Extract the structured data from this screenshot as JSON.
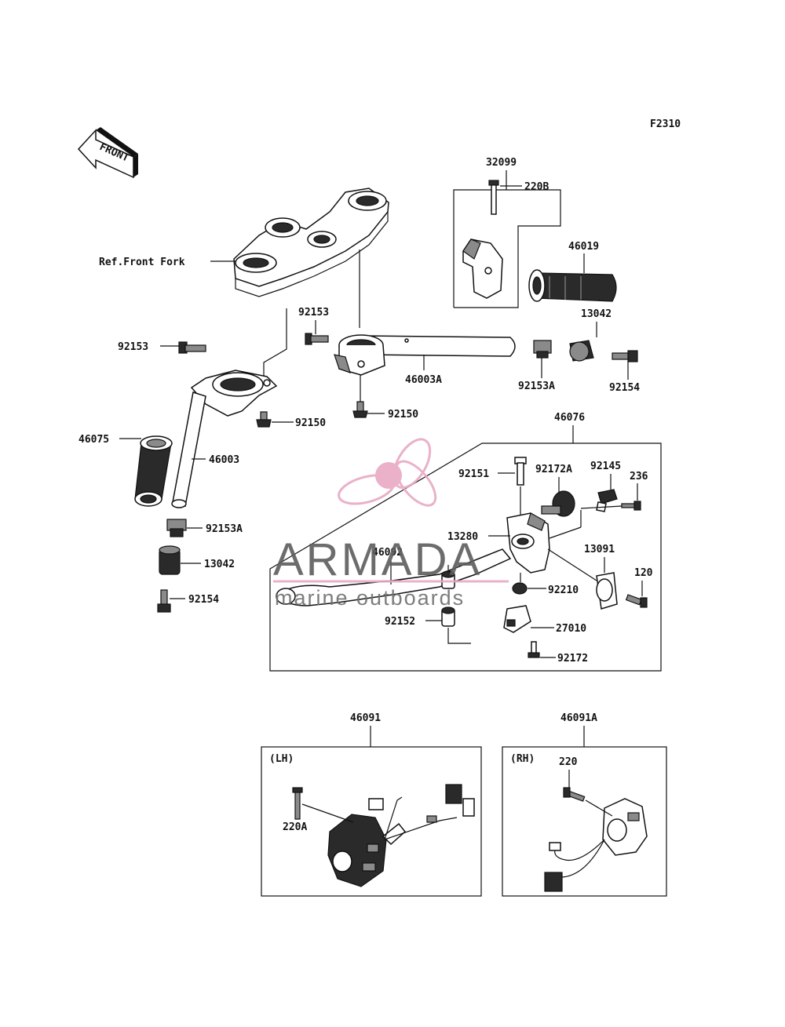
{
  "figure_code": "F2310",
  "front_arrow_label": "FRONT",
  "ref_label": "Ref.Front Fork",
  "parts": {
    "p32099": "32099",
    "p220B": "220B",
    "p46019": "46019",
    "p13042_r": "13042",
    "p92153_c": "92153",
    "p92153_l": "92153",
    "p46003A": "46003A",
    "p92153A_r": "92153A",
    "p92154_r": "92154",
    "p92150_l": "92150",
    "p92150_c": "92150",
    "p46075": "46075",
    "p46003": "46003",
    "p92153A_l": "92153A",
    "p13042_l": "13042",
    "p92154_l": "92154",
    "p46076": "46076",
    "p92151": "92151",
    "p92172A": "92172A",
    "p92145": "92145",
    "p236": "236",
    "p13280": "13280",
    "p46092": "46092",
    "p13091": "13091",
    "p120": "120",
    "p92210": "92210",
    "p92152": "92152",
    "p27010": "27010",
    "p92172": "92172",
    "p46091": "46091",
    "p46091A": "46091A",
    "p220A": "220A",
    "p220": "220"
  },
  "box_labels": {
    "lh": "(LH)",
    "rh": "(RH)"
  },
  "watermark": {
    "brand": "ARMADA",
    "tagline": "marine outboards",
    "color": "#e8a9c4"
  }
}
